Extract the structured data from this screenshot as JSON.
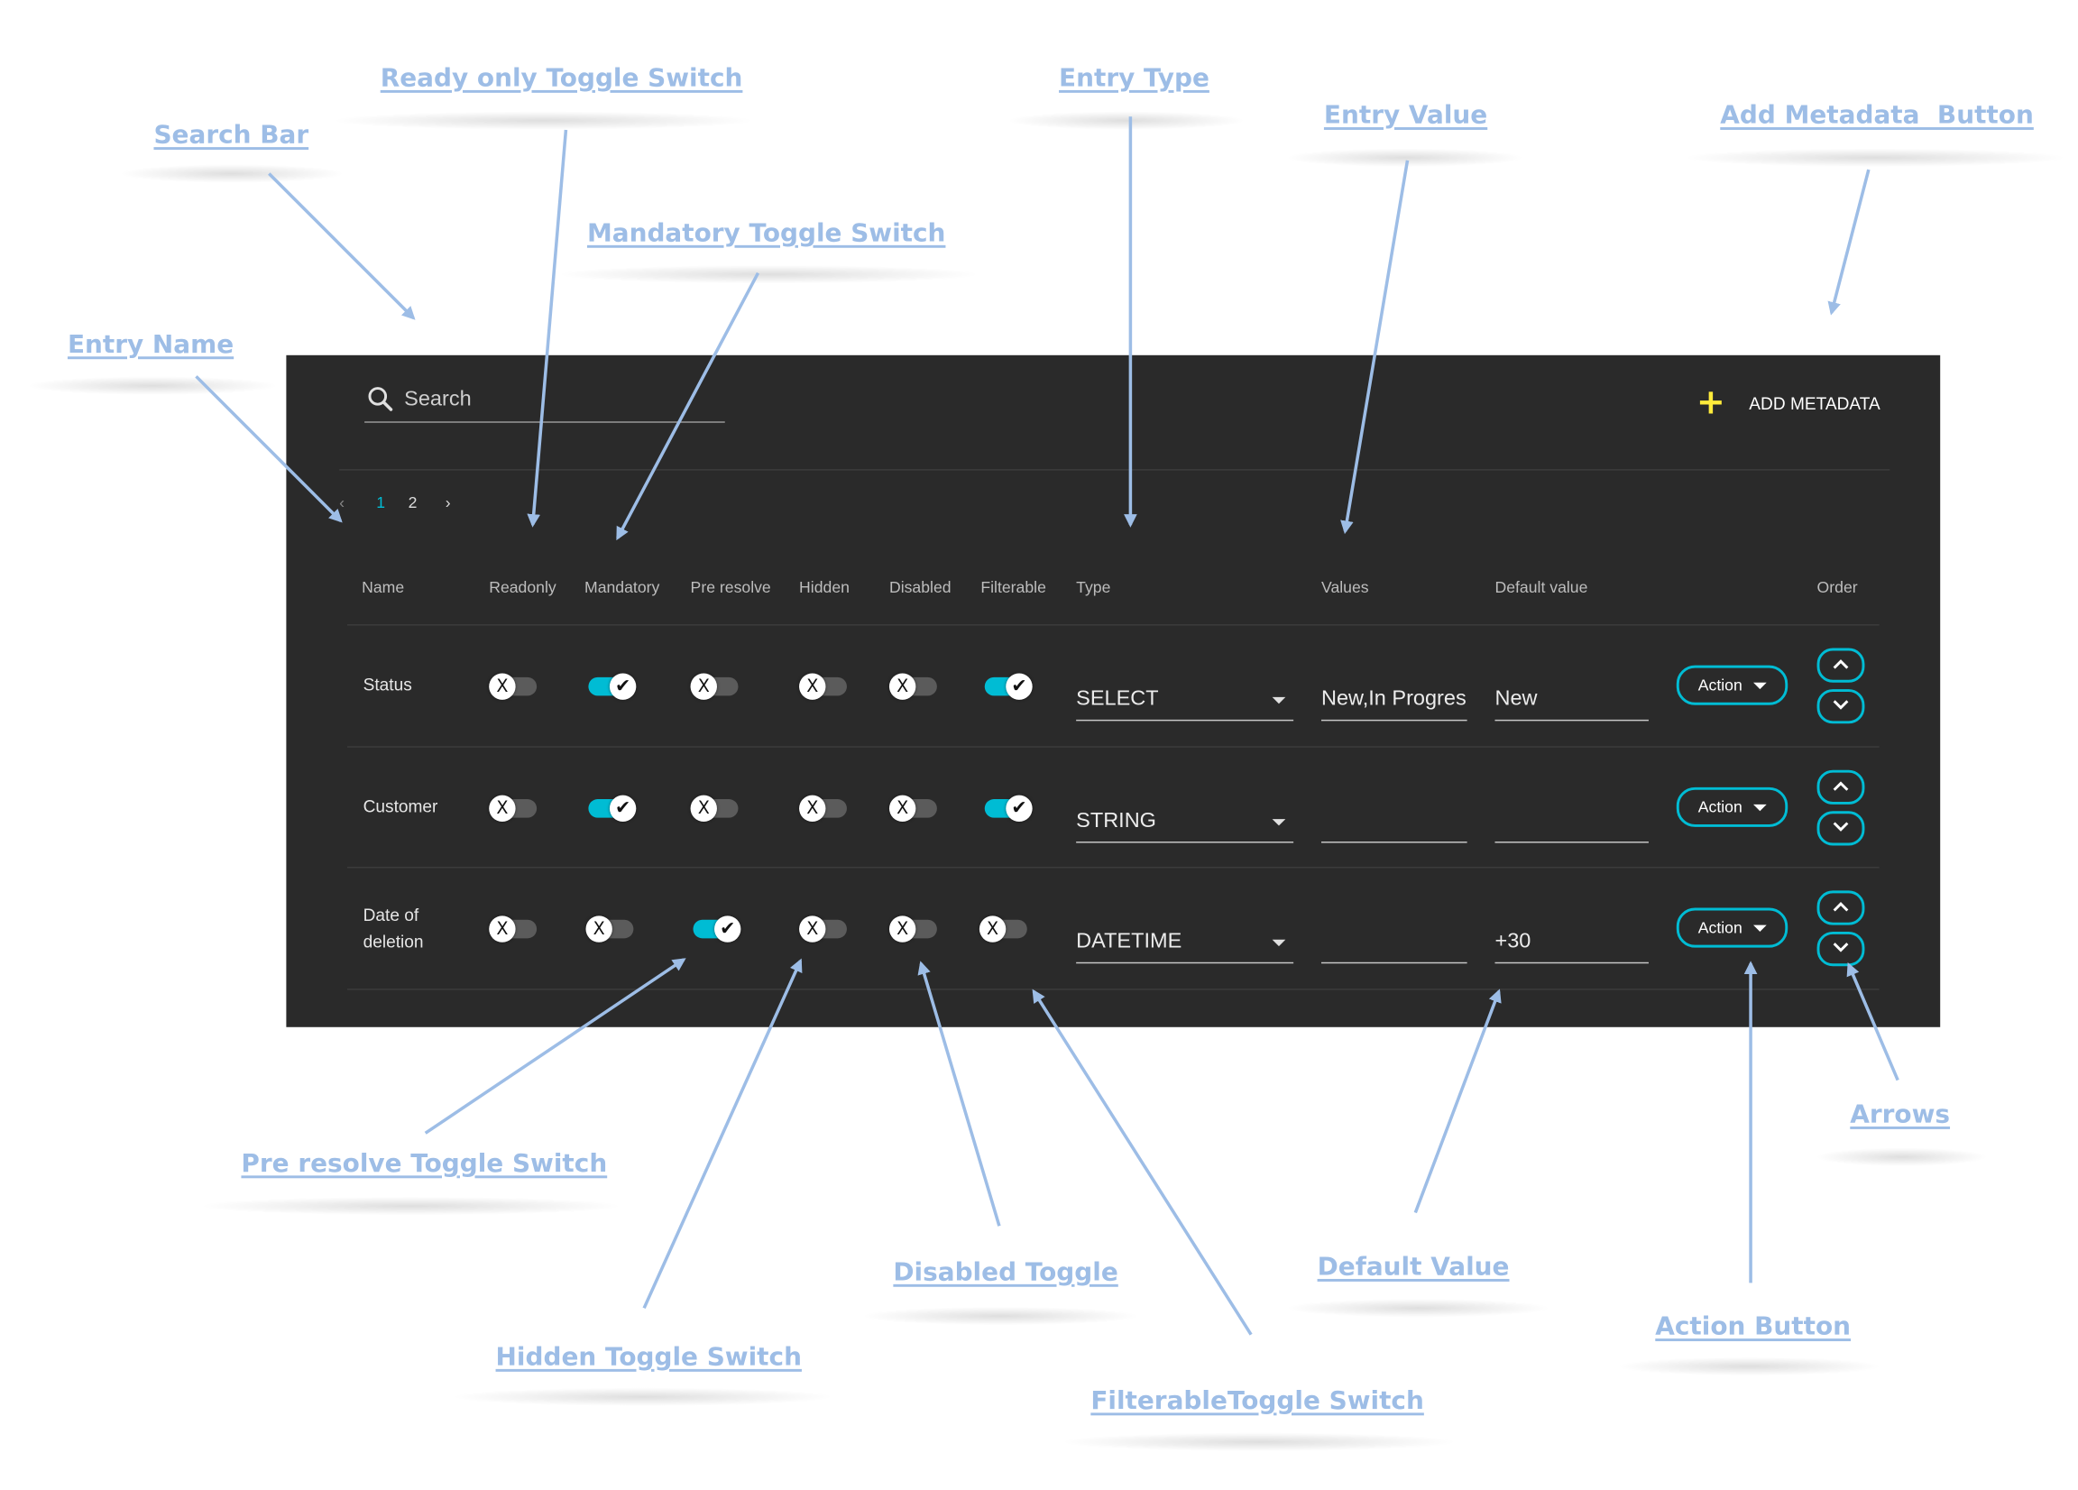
{
  "annotations": {
    "search_bar": "Search Bar",
    "readonly_toggle": "Ready only Toggle Switch",
    "entry_type": "Entry Type",
    "entry_value": "Entry Value",
    "add_metadata_button": "Add Metadata  Button",
    "mandatory_toggle": "Mandatory Toggle Switch",
    "entry_name": "Entry Name",
    "pre_resolve_toggle": "Pre resolve Toggle Switch",
    "hidden_toggle": "Hidden Toggle Switch",
    "disabled_toggle": "Disabled Toggle",
    "filterable_toggle": "FilterableToggle Switch",
    "default_value": "Default Value",
    "action_button": "Action Button",
    "arrows": "Arrows"
  },
  "search": {
    "placeholder": "Search"
  },
  "add_metadata": {
    "label": "ADD METADATA",
    "icon": "plus-icon",
    "icon_color": "#ffeb3b"
  },
  "pagination": {
    "prev": "‹",
    "pages": [
      "1",
      "2"
    ],
    "current": "1",
    "next": "›"
  },
  "columns": {
    "name": "Name",
    "readonly": "Readonly",
    "mandatory": "Mandatory",
    "pre_resolve": "Pre resolve",
    "hidden": "Hidden",
    "disabled": "Disabled",
    "filterable": "Filterable",
    "type": "Type",
    "values": "Values",
    "default_value": "Default value",
    "order": "Order"
  },
  "rows": [
    {
      "name": "Status",
      "readonly": false,
      "mandatory": true,
      "pre_resolve": false,
      "hidden": false,
      "disabled": false,
      "filterable": true,
      "type": "SELECT",
      "values": "New,In Progres",
      "default_value": "New",
      "action": "Action"
    },
    {
      "name": "Customer",
      "readonly": false,
      "mandatory": true,
      "pre_resolve": false,
      "hidden": false,
      "disabled": false,
      "filterable": true,
      "type": "STRING",
      "values": "",
      "default_value": "",
      "action": "Action"
    },
    {
      "name": "Date of deletion",
      "readonly": false,
      "mandatory": false,
      "pre_resolve": true,
      "hidden": false,
      "disabled": false,
      "filterable": false,
      "type": "DATETIME",
      "values": "",
      "default_value": "+30",
      "action": "Action"
    }
  ],
  "toggle_glyphs": {
    "on": "✔",
    "off": "X"
  },
  "colors": {
    "panel_bg": "#2a2a2a",
    "accent": "#00bcd4",
    "annotation": "#9dbde6"
  }
}
